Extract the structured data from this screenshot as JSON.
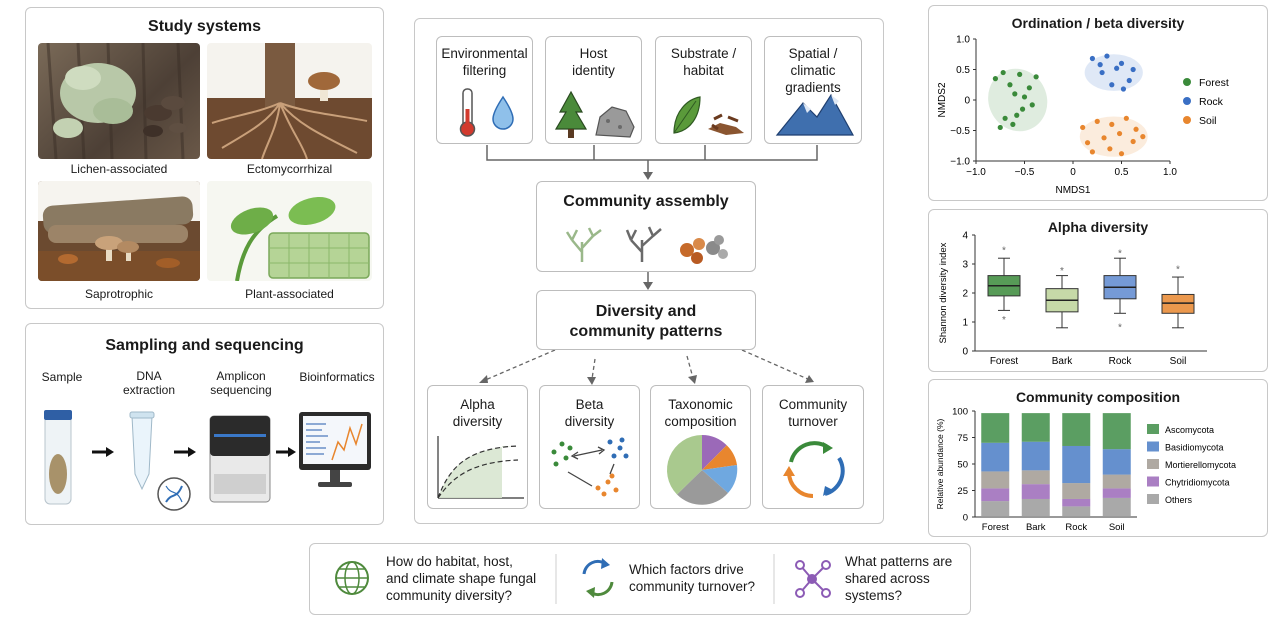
{
  "study_systems": {
    "title": "Study systems",
    "items": [
      "Lichen-associated",
      "Ectomycorrhizal",
      "Saprotrophic",
      "Plant-associated"
    ]
  },
  "sampling": {
    "title": "Sampling and sequencing",
    "steps": [
      "Sample",
      "DNA\nextraction",
      "Amplicon\nsequencing",
      "Bioinformatics"
    ]
  },
  "drivers": {
    "items": [
      "Environmental\nfiltering",
      "Host\nidentity",
      "Substrate /\nhabitat",
      "Spatial /\nclimatic\ngradients"
    ]
  },
  "assembly": {
    "title": "Community assembly"
  },
  "patterns": {
    "title": "Diversity and\ncommunity patterns"
  },
  "outcomes": {
    "items": [
      "Alpha\ndiversity",
      "Beta\ndiversity",
      "Taxonomic\ncomposition",
      "Community\nturnover"
    ]
  },
  "questions": [
    {
      "text": "How do habitat, host,\nand climate shape fungal\ncommunity diversity?",
      "icon": "globe-icon",
      "color": "#4f8a3d"
    },
    {
      "text": "Which factors drive\ncommunity turnover?",
      "icon": "cycle-icon",
      "color": "#2f6db5"
    },
    {
      "text": "What patterns are\nshared across\nsystems?",
      "icon": "network-icon",
      "color": "#8c5bb5"
    }
  ],
  "colors": {
    "forest": "#3a8a3a",
    "rock": "#3a6fc4",
    "soil": "#e8862e",
    "ascomycota": "#3e8d46",
    "basidiomycota": "#4a7cc6",
    "mortierellomycota": "#a19a92",
    "chytridiomycota": "#9b69b8",
    "others": "#9a9a9a"
  },
  "chart_data": [
    {
      "type": "scatter",
      "title": "Ordination / beta diversity",
      "xlabel": "NMDS1",
      "ylabel": "NMDS2",
      "xlim": [
        -1.0,
        1.0
      ],
      "ylim": [
        -1.0,
        1.0
      ],
      "xticks": [
        "−1.0",
        "−0.5",
        "0",
        "0.5",
        "1.0"
      ],
      "yticks": [
        "1.0",
        "0.5",
        "0",
        "−0.5",
        "−1.0"
      ],
      "legend_position": "right",
      "series": [
        {
          "name": "Forest",
          "x": [
            -0.8,
            -0.72,
            -0.65,
            -0.55,
            -0.6,
            -0.45,
            -0.38,
            -0.7,
            -0.52,
            -0.62,
            -0.42,
            -0.75,
            -0.5,
            -0.58
          ],
          "y": [
            0.35,
            0.45,
            0.25,
            0.42,
            0.1,
            0.2,
            0.38,
            -0.3,
            -0.15,
            -0.4,
            -0.08,
            -0.45,
            0.05,
            -0.25
          ]
        },
        {
          "name": "Rock",
          "x": [
            0.2,
            0.35,
            0.5,
            0.62,
            0.3,
            0.45,
            0.58,
            0.4,
            0.28,
            0.52
          ],
          "y": [
            0.68,
            0.72,
            0.6,
            0.5,
            0.45,
            0.52,
            0.32,
            0.25,
            0.58,
            0.18
          ]
        },
        {
          "name": "Soil",
          "x": [
            0.1,
            0.25,
            0.4,
            0.55,
            0.65,
            0.15,
            0.32,
            0.48,
            0.62,
            0.2,
            0.38,
            0.72,
            0.5
          ],
          "y": [
            -0.45,
            -0.35,
            -0.4,
            -0.3,
            -0.48,
            -0.7,
            -0.62,
            -0.55,
            -0.68,
            -0.85,
            -0.8,
            -0.6,
            -0.88
          ]
        }
      ]
    },
    {
      "type": "box",
      "title": "Alpha diversity",
      "ylabel": "Shannon diversity index",
      "ylim": [
        0,
        4
      ],
      "yticks": [
        "0",
        "1",
        "2",
        "3",
        "4"
      ],
      "categories": [
        "Forest",
        "Bark",
        "Rock",
        "Soil"
      ],
      "boxes": [
        {
          "min": 1.4,
          "q1": 1.9,
          "median": 2.25,
          "q3": 2.6,
          "max": 3.2,
          "outliers": [
            3.5,
            1.1
          ]
        },
        {
          "min": 0.8,
          "q1": 1.35,
          "median": 1.75,
          "q3": 2.15,
          "max": 2.6,
          "outliers": [
            2.8
          ]
        },
        {
          "min": 1.3,
          "q1": 1.8,
          "median": 2.2,
          "q3": 2.6,
          "max": 3.2,
          "outliers": [
            3.4,
            0.85
          ]
        },
        {
          "min": 0.8,
          "q1": 1.3,
          "median": 1.65,
          "q3": 1.95,
          "max": 2.55,
          "outliers": [
            2.85
          ]
        }
      ]
    },
    {
      "type": "bar",
      "stacked": true,
      "title": "Community composition",
      "ylabel": "Relative abundance (%)",
      "ylim": [
        0,
        100
      ],
      "yticks": [
        "0",
        "25",
        "50",
        "75",
        "100"
      ],
      "categories": [
        "Forest",
        "Bark",
        "Rock",
        "Soil"
      ],
      "legend_position": "right",
      "series": [
        {
          "name": "Others",
          "values": [
            15,
            17,
            10,
            18
          ]
        },
        {
          "name": "Chytridiomycota",
          "values": [
            12,
            14,
            7,
            9
          ]
        },
        {
          "name": "Mortierellomycota",
          "values": [
            16,
            13,
            15,
            13
          ]
        },
        {
          "name": "Basidiomycota",
          "values": [
            27,
            27,
            35,
            24
          ]
        },
        {
          "name": "Ascomycota",
          "values": [
            28,
            27,
            31,
            34
          ]
        }
      ],
      "legend": [
        "Ascomycota",
        "Basidiomycota",
        "Mortierellomycota",
        "Chytridiomycota",
        "Others"
      ]
    }
  ]
}
